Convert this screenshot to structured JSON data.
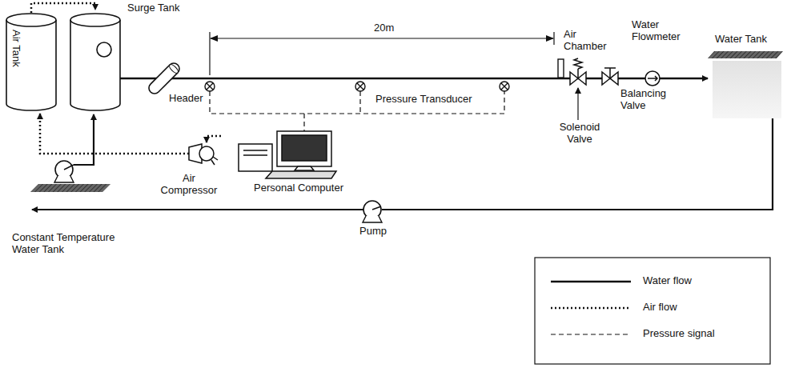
{
  "diagram": {
    "labels": [
      "Surge Tank",
      "Air Tank",
      "20m",
      "Header",
      "Air Chamber",
      "Pressure Transducer",
      "Solenoid Valve",
      "Balancing Valve",
      "Water Flowmeter",
      "Water Tank",
      "Air Compressor",
      "Personal Computer",
      "Pump",
      "Constant Temperature Water Tank"
    ],
    "legend": [
      {
        "text": "Water flow"
      },
      {
        "text": "Air flow"
      },
      {
        "text": "Pressure signal"
      }
    ]
  }
}
